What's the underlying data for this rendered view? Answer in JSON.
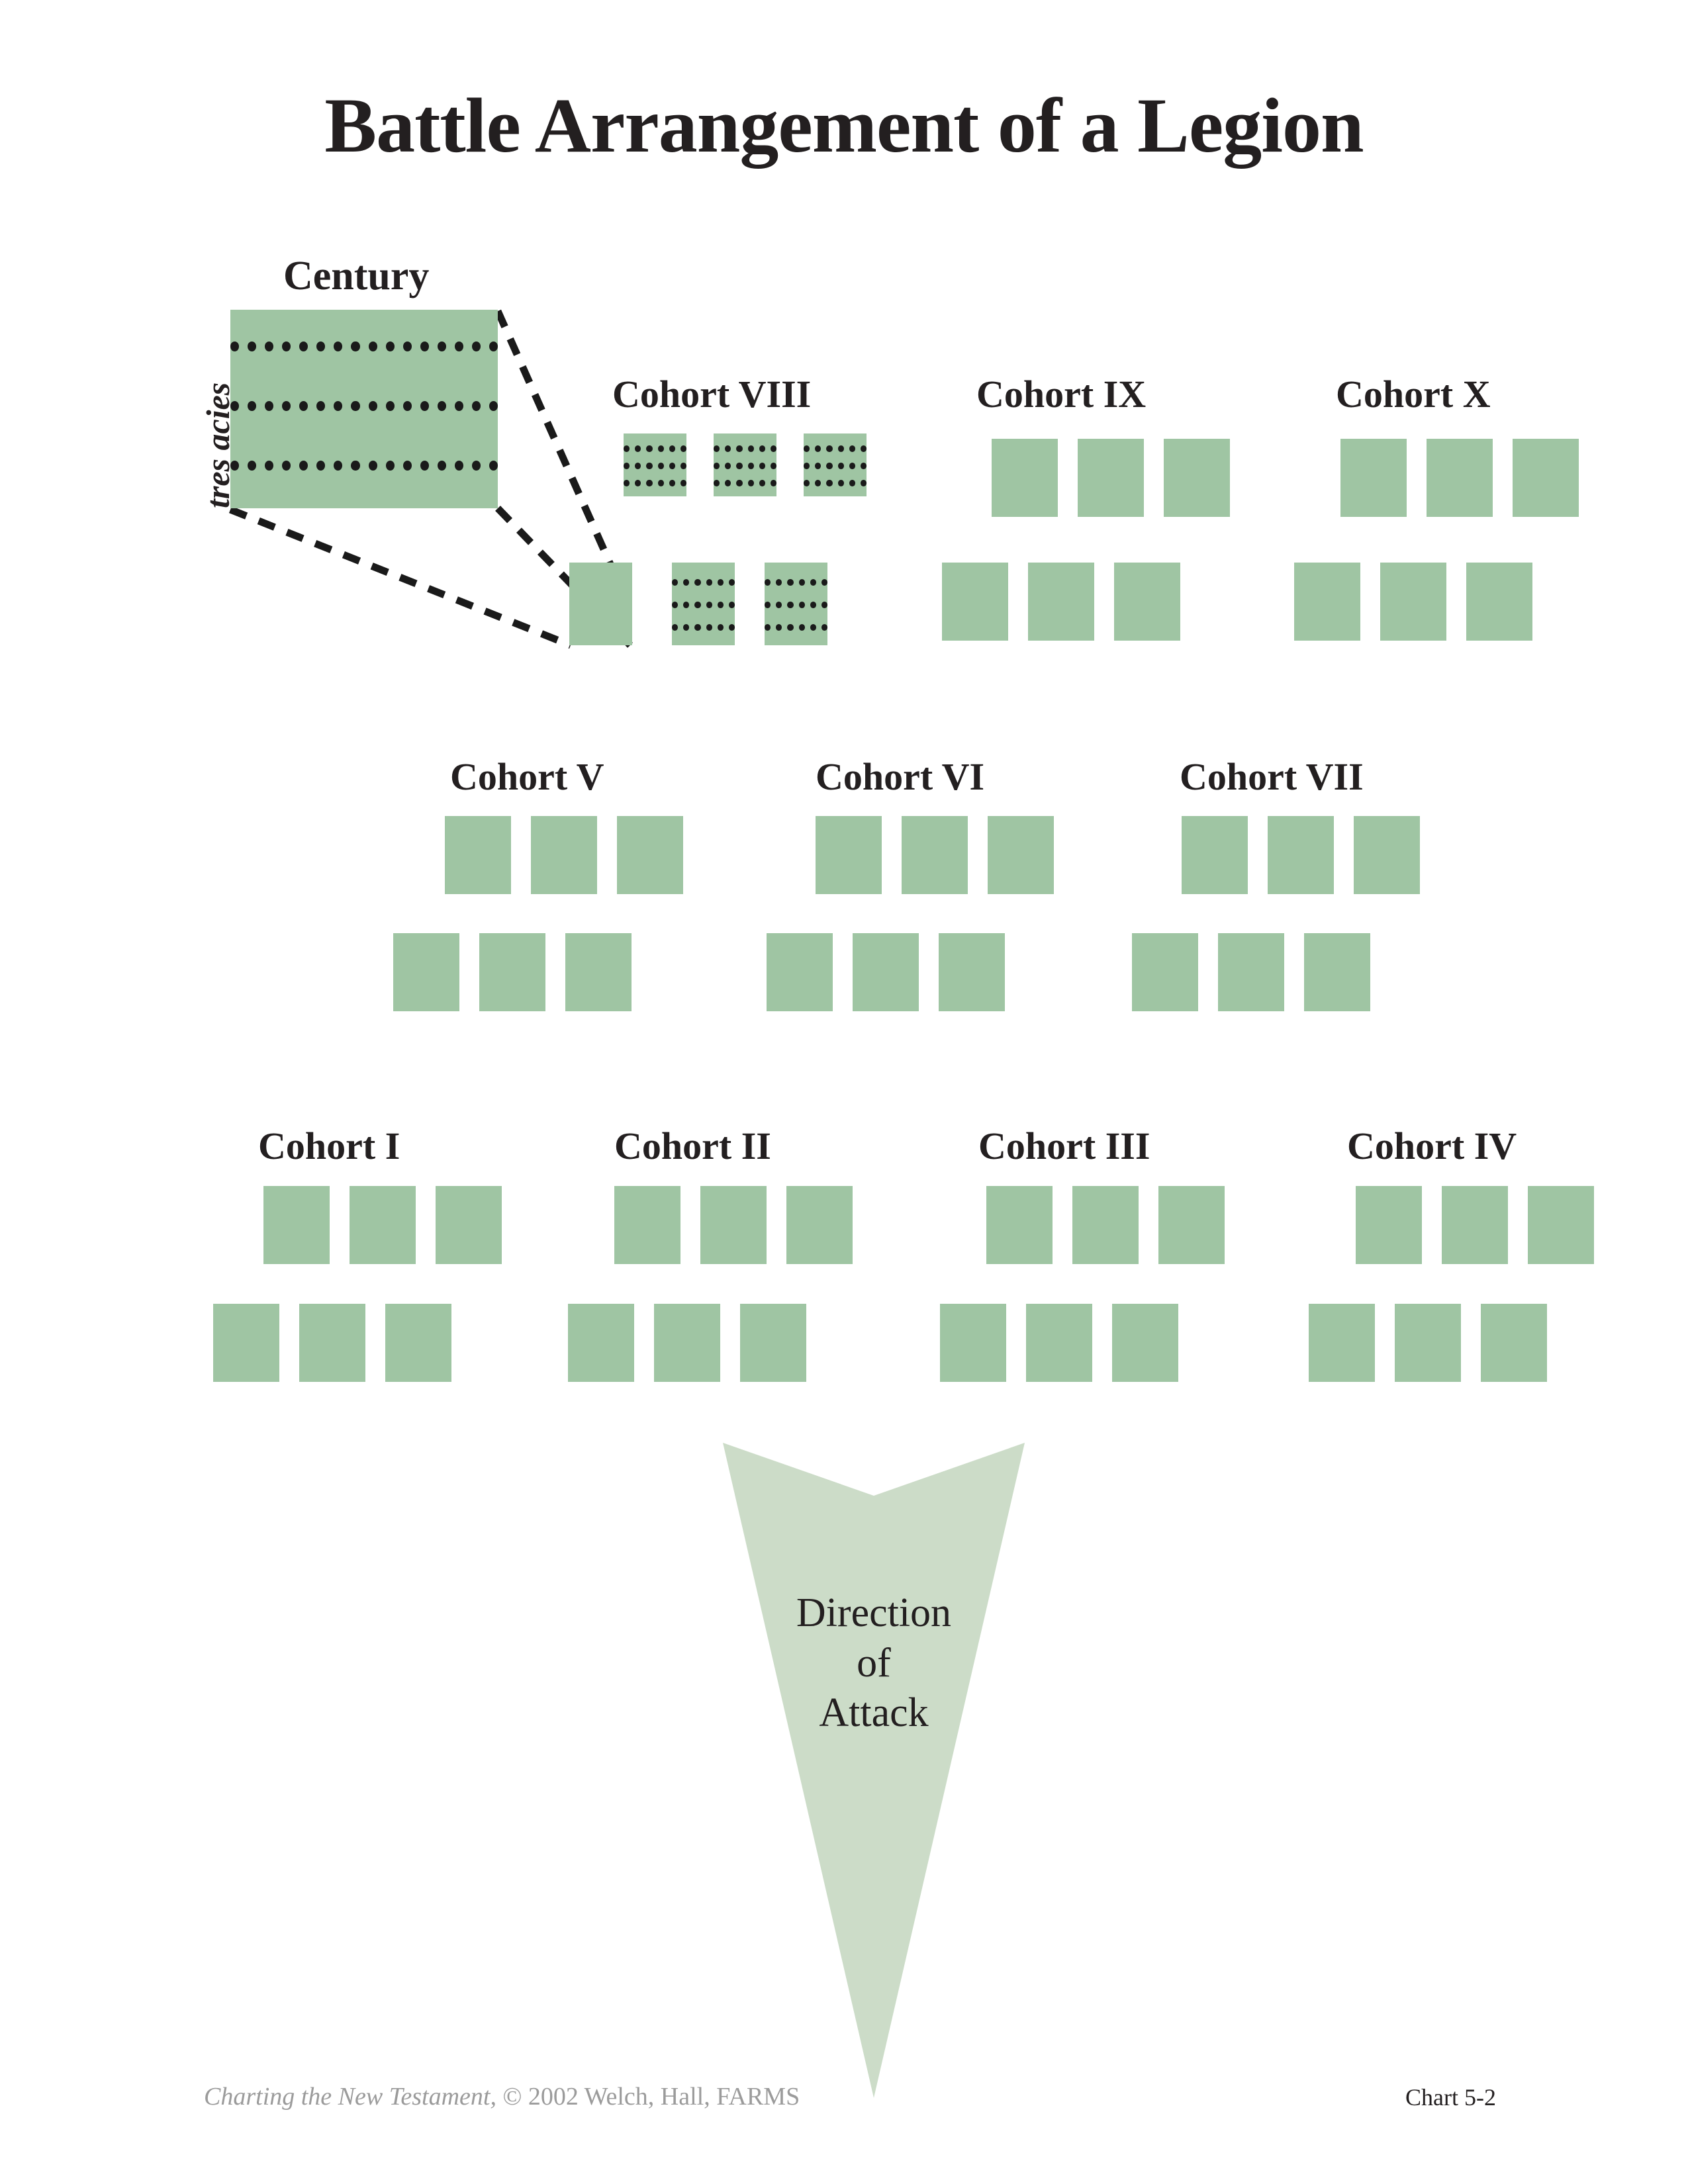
{
  "title": "Battle Arrangement of a Legion",
  "colors": {
    "unit_green": "#9fc5a3",
    "arrow_green": "#ccdcc8",
    "text_black": "#231f20",
    "footer_gray": "#9b9b9b",
    "dot_black": "#1a1a1a",
    "background": "#ffffff"
  },
  "century": {
    "label": "Century",
    "side_label": "tres acies",
    "rows": 3,
    "dots_per_row": 16
  },
  "detail_block": {
    "rows": 3,
    "dots_per_row": 6
  },
  "cohorts": [
    {
      "label": "Cohort VIII",
      "group": "back-row",
      "top_units": 3,
      "bottom_units": 3,
      "detailed": true
    },
    {
      "label": "Cohort IX",
      "group": "back-row",
      "top_units": 3,
      "bottom_units": 3,
      "detailed": false
    },
    {
      "label": "Cohort X",
      "group": "back-row",
      "top_units": 3,
      "bottom_units": 3,
      "detailed": false
    },
    {
      "label": "Cohort V",
      "group": "middle-row",
      "top_units": 3,
      "bottom_units": 3,
      "detailed": false
    },
    {
      "label": "Cohort VI",
      "group": "middle-row",
      "top_units": 3,
      "bottom_units": 3,
      "detailed": false
    },
    {
      "label": "Cohort VII",
      "group": "middle-row",
      "top_units": 3,
      "bottom_units": 3,
      "detailed": false
    },
    {
      "label": "Cohort I",
      "group": "front-row",
      "top_units": 3,
      "bottom_units": 3,
      "detailed": false
    },
    {
      "label": "Cohort II",
      "group": "front-row",
      "top_units": 3,
      "bottom_units": 3,
      "detailed": false
    },
    {
      "label": "Cohort III",
      "group": "front-row",
      "top_units": 3,
      "bottom_units": 3,
      "detailed": false
    },
    {
      "label": "Cohort IV",
      "group": "front-row",
      "top_units": 3,
      "bottom_units": 3,
      "detailed": false
    }
  ],
  "arrow": {
    "line1": "Direction",
    "line2": "of",
    "line3": "Attack"
  },
  "footer": {
    "source_title": "Charting the New Testament,",
    "source_rest": " © 2002 Welch, Hall, FARMS",
    "chart_number": "Chart 5-2"
  }
}
